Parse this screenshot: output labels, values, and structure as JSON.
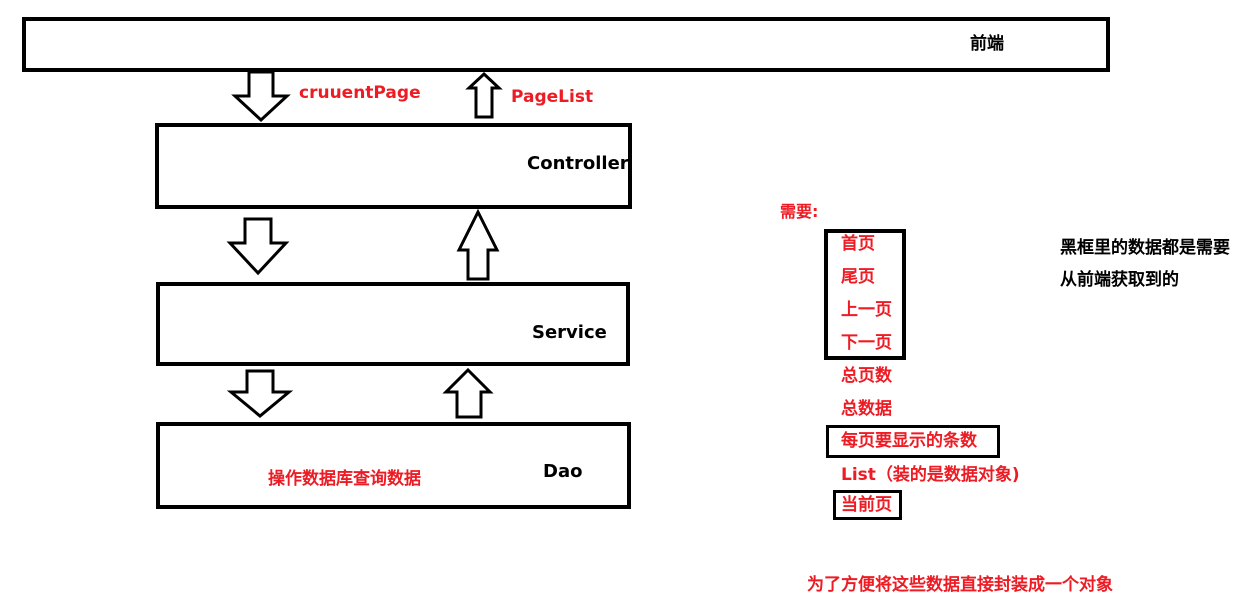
{
  "colors": {
    "stroke": "#000000",
    "accent_red": "#ed1c24",
    "background": "#ffffff"
  },
  "layers": {
    "frontend": "前端",
    "controller": "Controller",
    "service": "Service",
    "dao": "Dao",
    "dao_note": "操作数据库查询数据"
  },
  "flows": {
    "request_param": "cruuentPage",
    "response_object": "PageList"
  },
  "requirements": {
    "heading": "需要:",
    "boxed_group": [
      "首页",
      "尾页",
      "上一页",
      "下一页"
    ],
    "total_pages": "总页数",
    "total_records": "总数据",
    "page_size": "每页要显示的条数",
    "list": "List（装的是数据对象)",
    "current_page": "当前页"
  },
  "notes": {
    "frontend_note_line1": "黑框里的数据都是需要",
    "frontend_note_line2": "从前端获取到的",
    "encapsulate": "为了方便将这些数据直接封装成一个对象"
  },
  "icons": {
    "down": "hollow-down-arrow-icon",
    "up": "hollow-up-arrow-icon"
  }
}
